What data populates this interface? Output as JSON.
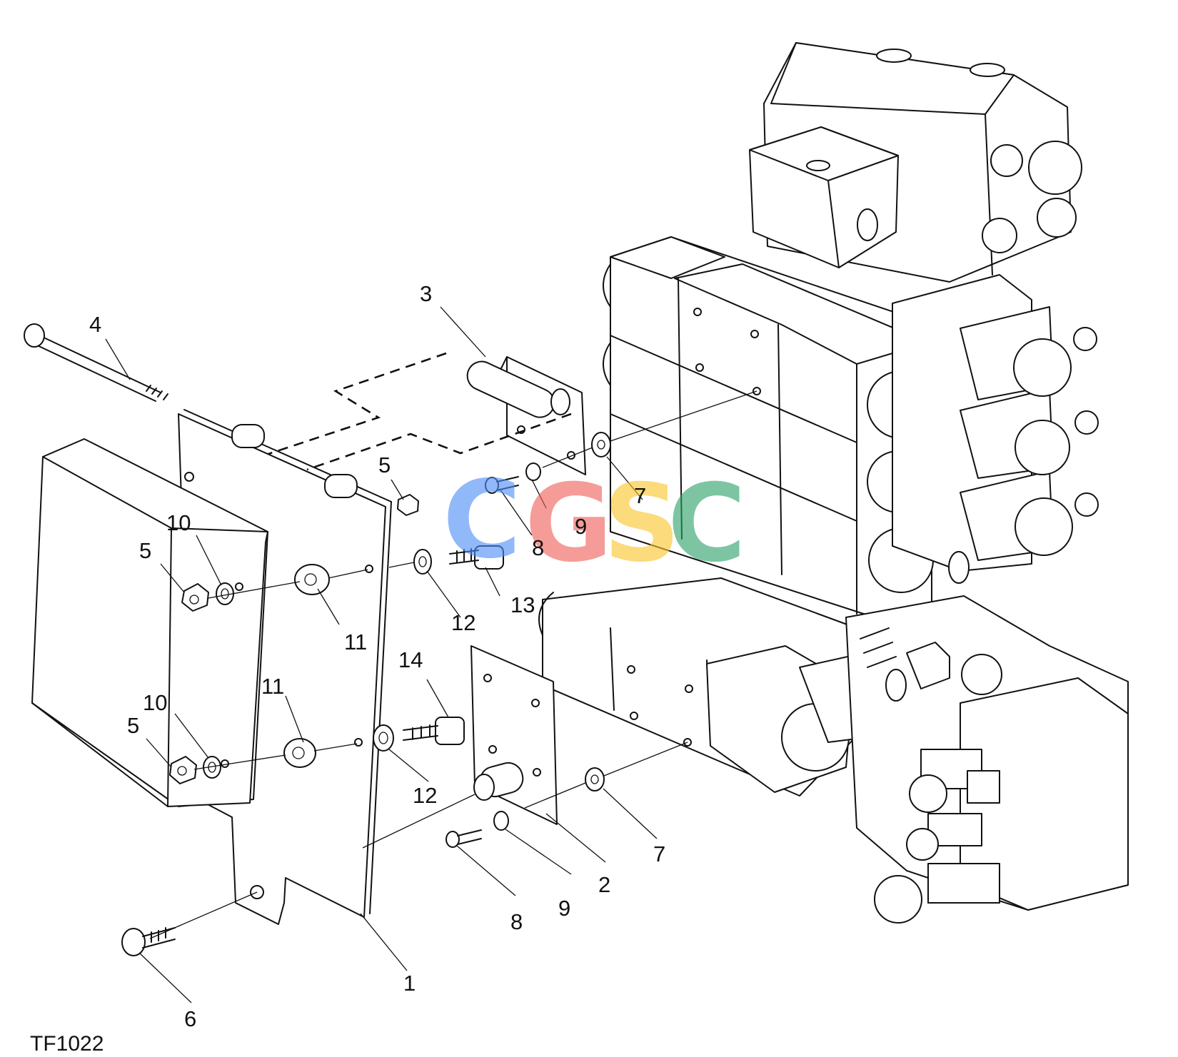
{
  "figure_ref": "TF1022",
  "watermark": {
    "letters": [
      "C",
      "G",
      "S",
      "C"
    ],
    "colors": [
      "#4f8ff7",
      "#f0615a",
      "#f9c62b",
      "#2ea36a"
    ]
  },
  "callouts": {
    "c1": "1",
    "c2": "2",
    "c3": "3",
    "c4": "4",
    "c5a": "5",
    "c5b": "5",
    "c5c": "5",
    "c6": "6",
    "c7a": "7",
    "c7b": "7",
    "c8a": "8",
    "c8b": "8",
    "c9a": "9",
    "c9b": "9",
    "c10a": "10",
    "c10b": "10",
    "c11a": "11",
    "c11b": "11",
    "c12a": "12",
    "c12b": "12",
    "c13": "13",
    "c14": "14"
  }
}
